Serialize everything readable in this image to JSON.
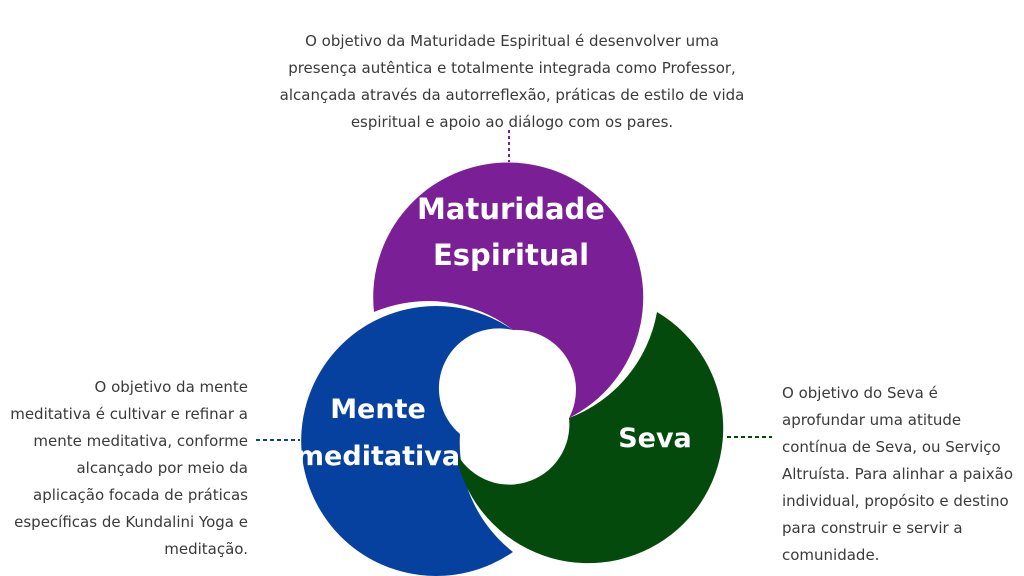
{
  "colors": {
    "purple": "#7b1f96",
    "blue": "#0741a0",
    "green": "#044a0c",
    "text": "#3a3a3a"
  },
  "rings": {
    "top": {
      "line1": "Maturidade",
      "line2": "Espiritual"
    },
    "left": {
      "line1": "Mente",
      "line2": "meditativa"
    },
    "right": {
      "label": "Seva"
    }
  },
  "descriptions": {
    "top": "O objetivo da Maturidade Espiritual é desenvolver uma presença autêntica e totalmente integrada como Professor, alcançada através da autorreflexão, práticas de estilo de vida espiritual e apoio ao diálogo com os pares.",
    "left": "O objetivo da mente meditativa é cultivar e refinar a mente meditativa, conforme alcançado por meio da aplicação focada de práticas específicas de Kundalini Yoga e meditação.",
    "right": "O objetivo do Seva é aprofundar uma atitude contínua de Seva, ou Serviço Altruísta. Para alinhar a paixão individual, propósito e destino para construir e servir a comunidade."
  }
}
